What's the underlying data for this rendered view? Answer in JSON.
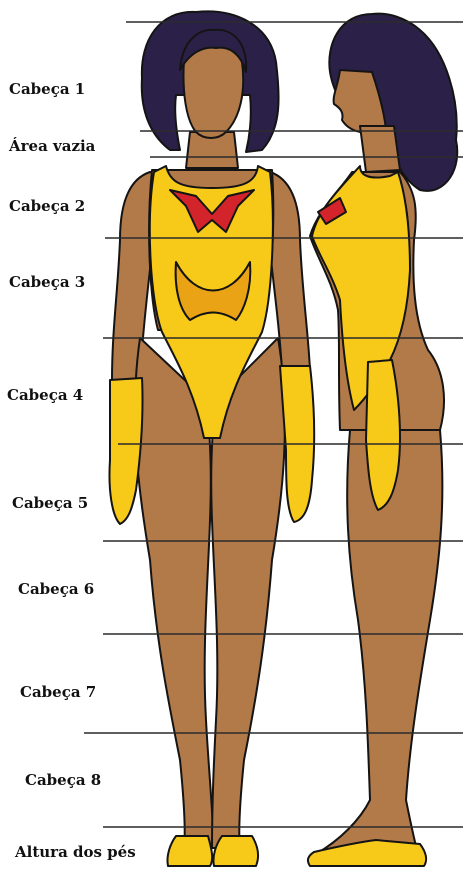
{
  "title": "",
  "colors": {
    "skin": "#b37a49",
    "skin_shadow": "#8f5c34",
    "costume": "#f7c919",
    "costume_shade": "#e9a315",
    "emblem": "#d3242b",
    "hair": "#2b2148",
    "hair_highlight": "#4a3d86",
    "line": "#141414",
    "guide_line": "#2a2a2a"
  },
  "labels": [
    "Cabeça 1",
    "Área vazia",
    "Cabeça 2",
    "Cabeça 3",
    "Cabeça 4",
    "Cabeça 5",
    "Cabeça 6",
    "Cabeça 7",
    "Cabeça 8",
    "Altura dos pés"
  ]
}
